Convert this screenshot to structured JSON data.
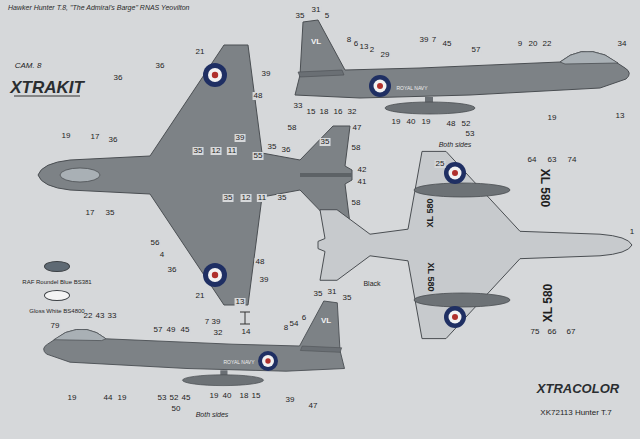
{
  "diagram": {
    "title": "Hawker Hunter T.8, \"The Admiral's Barge\" RNAS Yeovilton",
    "labels": [
      "CAM. 8",
      "XTRAKIT",
      "XTRACOLOR",
      "XK72113 Hunter T.7",
      "Both sides",
      "Both sides",
      "Black",
      "ROYAL NAVY",
      "ROYAL NAVY",
      "VL",
      "VL",
      "XL 580",
      "XL 580",
      "XL 580",
      "XL 580",
      "35",
      "31",
      "5",
      "8",
      "6",
      "13",
      "2",
      "29",
      "39",
      "7",
      "45",
      "57",
      "9",
      "20",
      "22",
      "34",
      "33",
      "15",
      "18",
      "16",
      "32",
      "19",
      "40",
      "19",
      "48",
      "52",
      "53",
      "19",
      "13",
      "21",
      "36",
      "36",
      "39",
      "48",
      "19",
      "17",
      "36",
      "58",
      "39",
      "35",
      "12",
      "11",
      "55",
      "35",
      "36",
      "35",
      "47",
      "58",
      "42",
      "41",
      "58",
      "35",
      "12",
      "11",
      "35",
      "17",
      "35",
      "56",
      "4",
      "36",
      "48",
      "39",
      "21",
      "25",
      "1",
      "64",
      "63",
      "74",
      "75",
      "66",
      "67",
      "79",
      "22",
      "43",
      "33",
      "57",
      "49",
      "45",
      "7",
      "39",
      "32",
      "13",
      "14",
      "8",
      "54",
      "6",
      "35",
      "31",
      "35",
      "19",
      "44",
      "19",
      "53",
      "52",
      "45",
      "50",
      "19",
      "40",
      "18",
      "15",
      "39",
      "47"
    ],
    "legend": [
      {
        "text": "RAF Roundel Blue BS381",
        "color": "#5f6a74"
      },
      {
        "text": "Gloss White BS4800",
        "color": "#f4f4f4"
      }
    ]
  }
}
